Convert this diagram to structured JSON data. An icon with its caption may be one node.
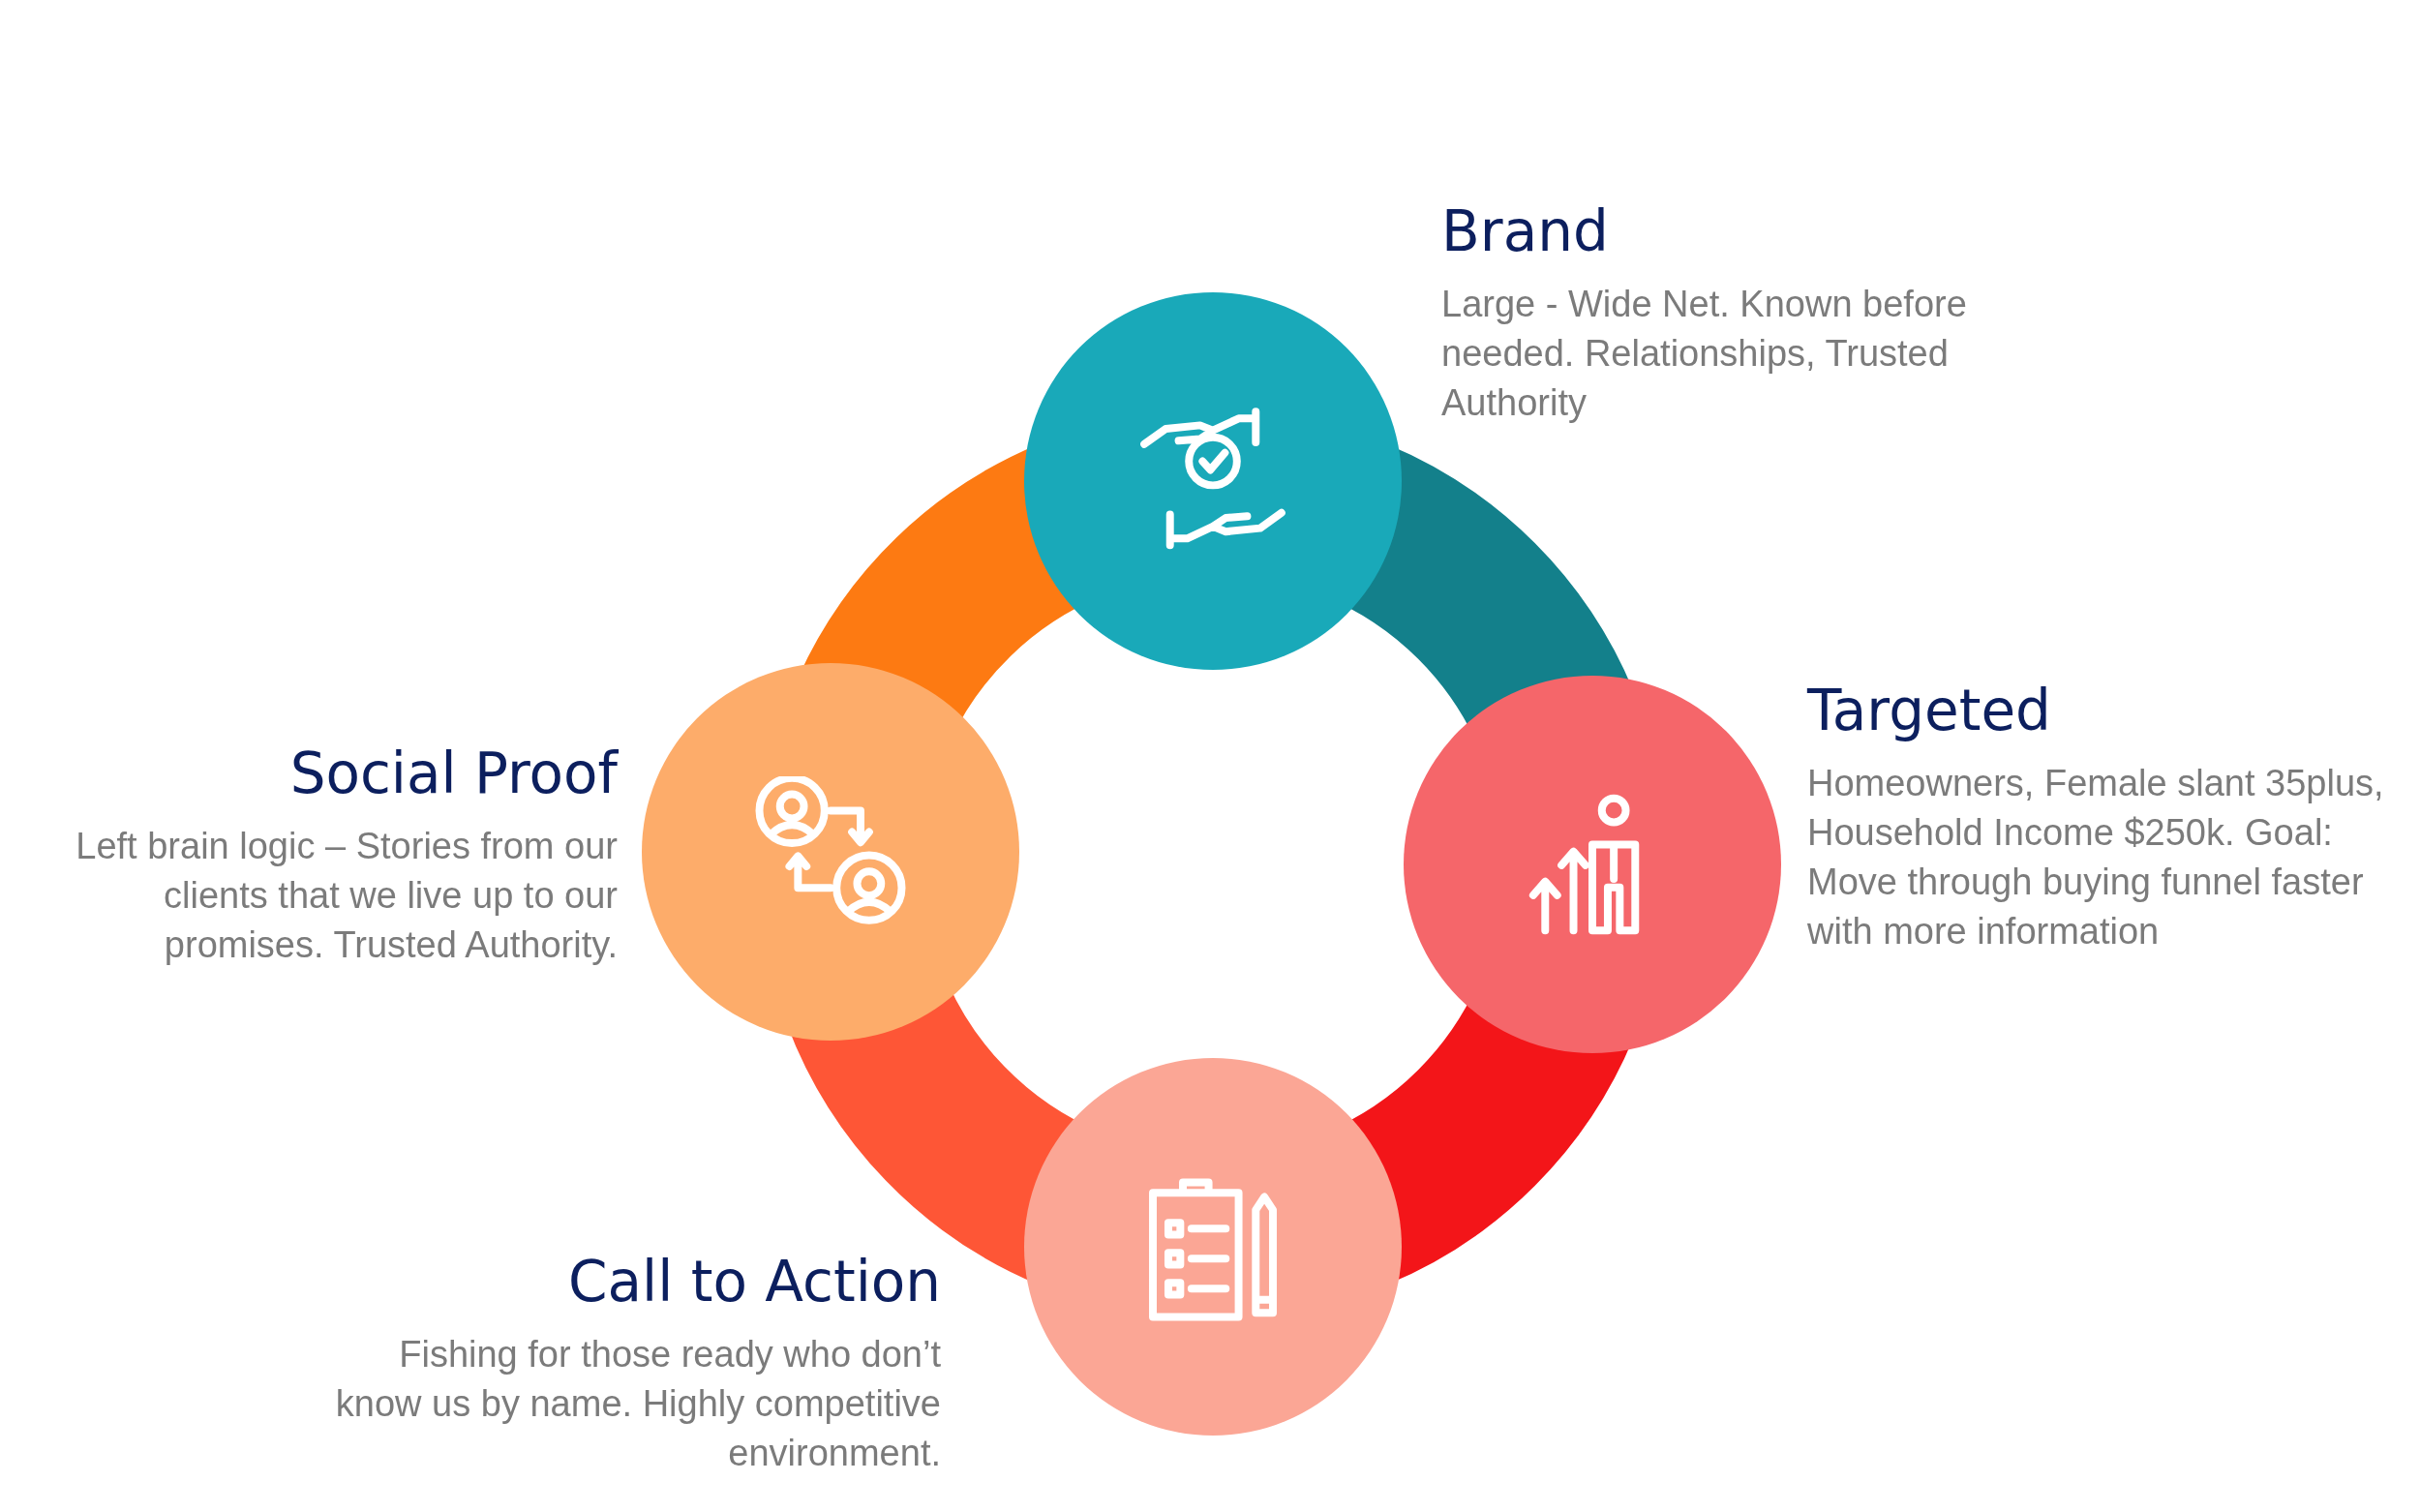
{
  "diagram": {
    "nodes": [
      {
        "text": [],
        "shape": "circle",
        "beside": [
          "Brand",
          "Large - Wide Net. Known before needed. Relationships, Trusted Authority"
        ]
      },
      {
        "text": [],
        "shape": "circle",
        "beside": [
          "Targeted",
          "Homeowners, Female slant 35plus, Household Income $250k. Goal: Move through buying funnel faster with more information"
        ]
      },
      {
        "text": [],
        "shape": "circle",
        "beside": [
          "Call to Action",
          "Fishing for those ready who don’t know us by name. Highly competitive environment."
        ]
      },
      {
        "text": [],
        "shape": "circle",
        "beside": [
          "Social Proof",
          "Left brain logic – Stories from our clients that we live up to our promises. Trusted Authority."
        ]
      }
    ],
    "edges": [
      {
        "from": 0,
        "to": 1,
        "arrow": "none",
        "color": "#13808b"
      },
      {
        "from": 1,
        "to": 2,
        "arrow": "none",
        "color": "#f31519"
      },
      {
        "from": 2,
        "to": 3,
        "arrow": "none",
        "color": "#fe5636"
      },
      {
        "from": 3,
        "to": 0,
        "arrow": "none",
        "color": "#fd7a12"
      }
    ]
  }
}
